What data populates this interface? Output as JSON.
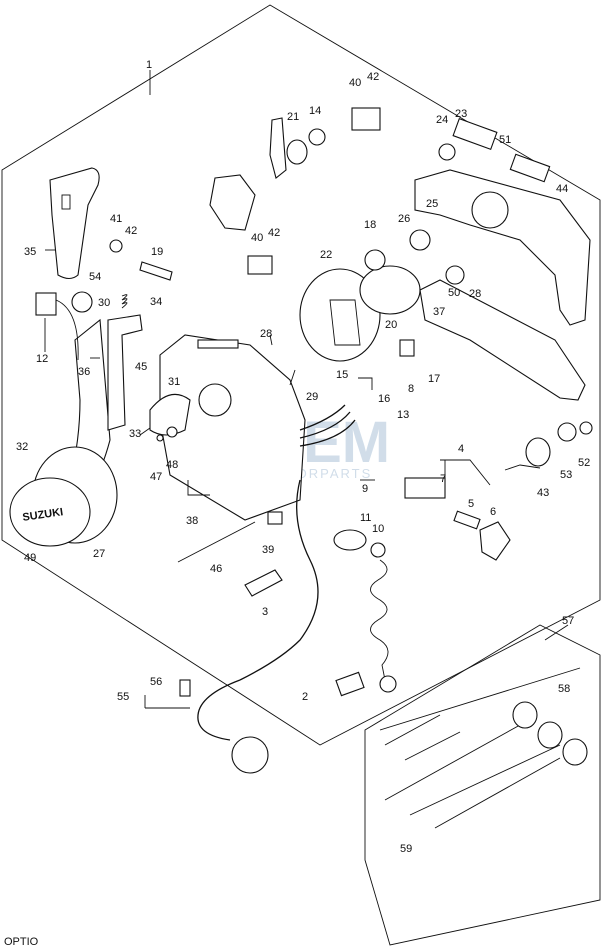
{
  "watermark": {
    "main": "OEM",
    "sub": "MOTORPARTS"
  },
  "brand_badge": "SUZUKI",
  "corner_note": "OPTIO",
  "callouts": [
    "1",
    "2",
    "3",
    "4",
    "5",
    "6",
    "7",
    "8",
    "9",
    "10",
    "11",
    "12",
    "13",
    "14",
    "15",
    "16",
    "17",
    "18",
    "19",
    "20",
    "21",
    "22",
    "23",
    "24",
    "25",
    "26",
    "27",
    "28",
    "28",
    "29",
    "30",
    "31",
    "32",
    "33",
    "34",
    "35",
    "36",
    "37",
    "38",
    "39",
    "40",
    "40",
    "41",
    "42",
    "42",
    "42",
    "43",
    "44",
    "45",
    "46",
    "47",
    "48",
    "49",
    "50",
    "51",
    "52",
    "53",
    "54",
    "55",
    "56",
    "57",
    "58",
    "59"
  ]
}
